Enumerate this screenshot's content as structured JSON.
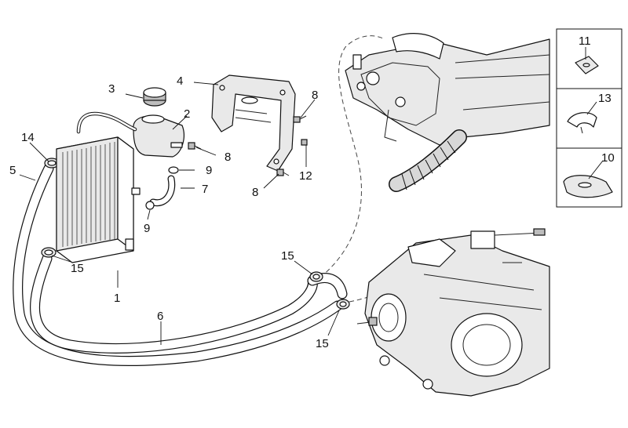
{
  "diagram": {
    "callouts": {
      "c1": "1",
      "c2": "2",
      "c3": "3",
      "c4": "4",
      "c5": "5",
      "c6": "6",
      "c7": "7",
      "c8a": "8",
      "c8b": "8",
      "c8c": "8",
      "c9a": "9",
      "c9b": "9",
      "c10": "10",
      "c11": "11",
      "c12": "12",
      "c13": "13",
      "c14": "14",
      "c15a": "15",
      "c15b": "15",
      "c15c": "15"
    }
  }
}
